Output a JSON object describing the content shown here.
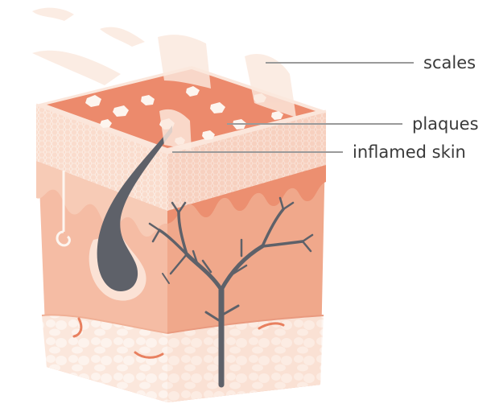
{
  "labels": {
    "scales": "scales",
    "plaques": "plaques",
    "inflamed_skin": "inflamed skin"
  },
  "colors": {
    "background": "#ffffff",
    "epidermis_light": "#fbe4d8",
    "epidermis_mid": "#f7cdb8",
    "plaque_red": "#ec8a6c",
    "dermis_front": "#f6b9a1",
    "dermis_side": "#f0a689",
    "hair": "#5e6169",
    "scale_flake": "#fbe9de",
    "leader_line": "#9a9a9a",
    "label_text": "#3a3a3a"
  },
  "icons": {
    "hair_follicle": "hair-follicle-icon",
    "blood_vessel": "blood-vessel-icon",
    "nerve_ending": "nerve-ending-icon"
  }
}
